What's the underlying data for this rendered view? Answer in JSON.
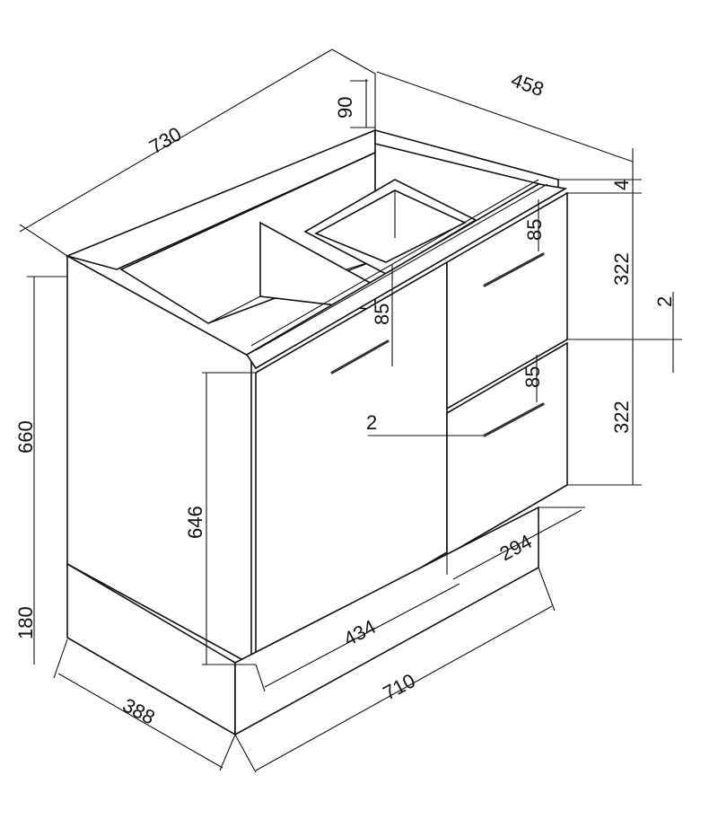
{
  "dimensions": {
    "overall_width_top": "730",
    "depth_top": "458",
    "top_rail": "90",
    "top_gap": "4",
    "drawer_top_height": "322",
    "drawer_gap": "2",
    "drawer_bottom_height": "322",
    "handle_offset_door": "85",
    "handle_offset_drawer_top": "85",
    "handle_offset_drawer_bottom": "85",
    "door_gap": "2",
    "cabinet_height": "660",
    "door_height": "646",
    "plinth_height": "180",
    "plinth_depth": "388",
    "door_width": "434",
    "drawer_width": "294",
    "overall_width_bottom": "710"
  },
  "colors": {
    "line": "#111111",
    "background": "#ffffff"
  }
}
